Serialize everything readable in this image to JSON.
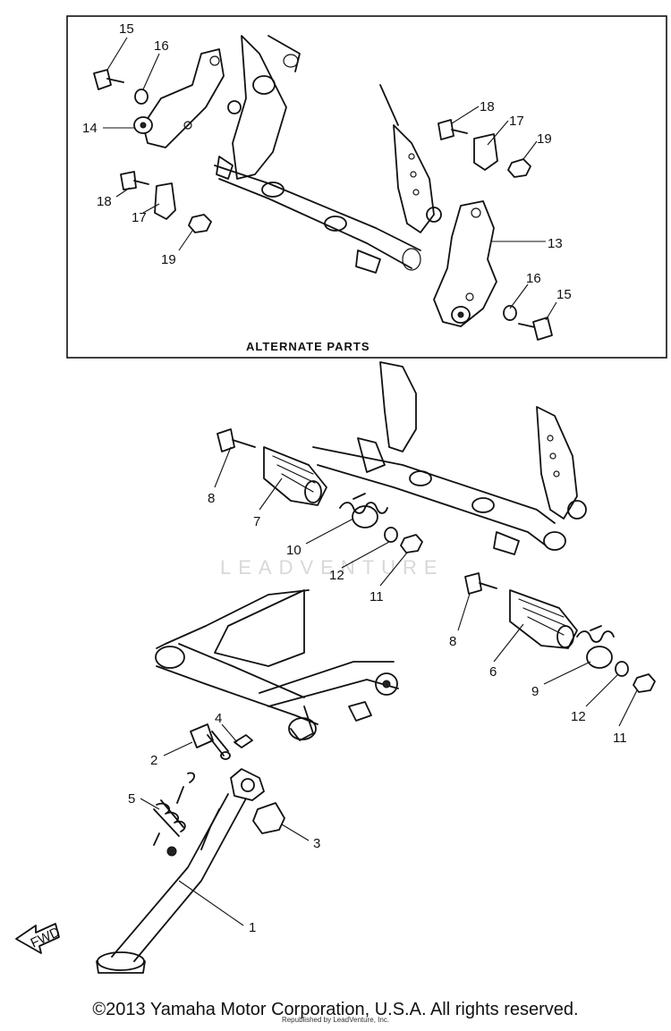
{
  "alternate_parts_label": "ALTERNATE PARTS",
  "watermark": "LEADVENTURE",
  "fwd_label": "FWD",
  "copyright": "©2013 Yamaha Motor Corporation, U.S.A. All rights reserved.",
  "republished": "Republished by LeadVenture, Inc.",
  "callouts": {
    "c15a": "15",
    "c16a": "16",
    "c14": "14",
    "c18a": "18",
    "c17a": "17",
    "c19a": "19",
    "c18b": "18",
    "c17b": "17",
    "c19b": "19",
    "c13": "13",
    "c16b": "16",
    "c15b": "15",
    "c8a": "8",
    "c7": "7",
    "c10": "10",
    "c12a": "12",
    "c11a": "11",
    "c8b": "8",
    "c6": "6",
    "c9": "9",
    "c12b": "12",
    "c11b": "11",
    "c4": "4",
    "c2": "2",
    "c5": "5",
    "c3": "3",
    "c1": "1"
  }
}
